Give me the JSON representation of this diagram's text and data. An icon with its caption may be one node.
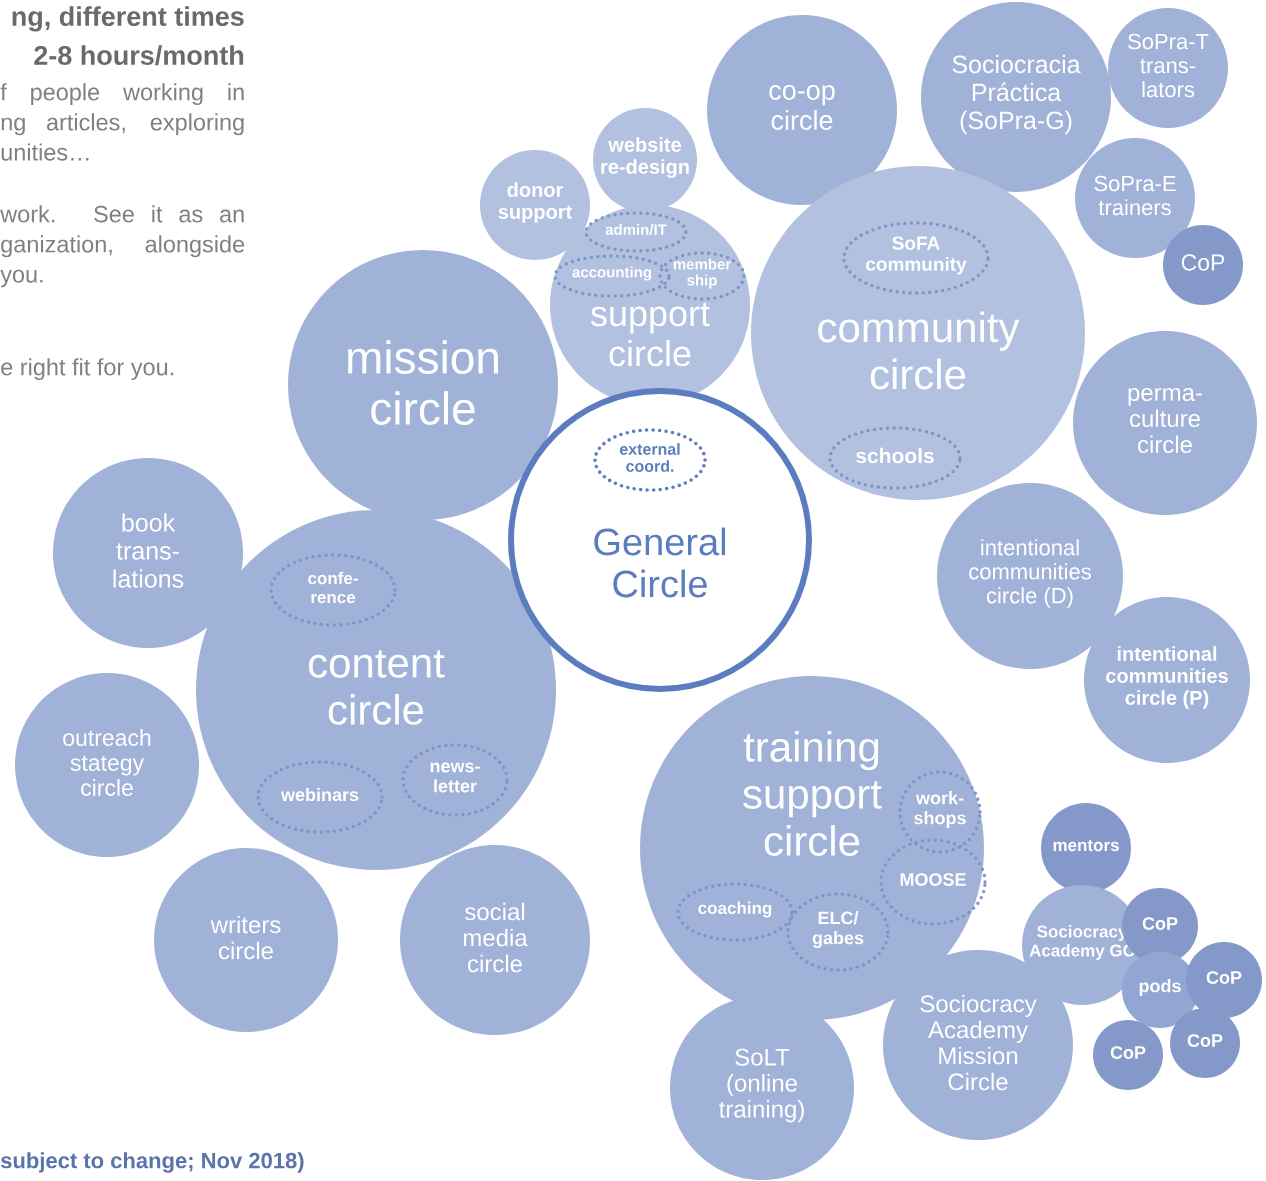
{
  "diagram": {
    "nodes": [
      {
        "text": [
          "mission circle"
        ]
      },
      {
        "text": [
          "donor support"
        ]
      },
      {
        "text": [
          "website re-design"
        ]
      },
      {
        "text": [
          "support circle"
        ]
      },
      {
        "text": [
          "admin/IT"
        ],
        "in": 3
      },
      {
        "text": [
          "accounting"
        ],
        "in": 3
      },
      {
        "text": [
          "member ship"
        ],
        "in": 3
      },
      {
        "text": [
          "co-op circle"
        ]
      },
      {
        "text": [
          "Sociocracia Práctica (SoPra-G)"
        ]
      },
      {
        "text": [
          "SoPra-T trans- lators"
        ]
      },
      {
        "text": [
          "SoPra-E trainers"
        ]
      },
      {
        "text": [
          "CoP"
        ]
      },
      {
        "text": [
          "community circle"
        ]
      },
      {
        "text": [
          "SoFA community"
        ],
        "in": 12
      },
      {
        "text": [
          "schools"
        ],
        "in": 12
      },
      {
        "text": [
          "perma- culture circle"
        ]
      },
      {
        "text": [
          "General Circle"
        ]
      },
      {
        "text": [
          "external coord."
        ],
        "in": 16
      },
      {
        "text": [
          "intentional communities circle (D)"
        ]
      },
      {
        "text": [
          "intentional communities circle (P)"
        ]
      },
      {
        "text": [
          "book trans- lations"
        ]
      },
      {
        "text": [
          "content circle"
        ]
      },
      {
        "text": [
          "confe- rence"
        ],
        "in": 21
      },
      {
        "text": [
          "webinars"
        ],
        "in": 21
      },
      {
        "text": [
          "news- letter"
        ],
        "in": 21
      },
      {
        "text": [
          "outreach stategy circle"
        ]
      },
      {
        "text": [
          "writers circle"
        ]
      },
      {
        "text": [
          "social media circle"
        ]
      },
      {
        "text": [
          "training support circle"
        ]
      },
      {
        "text": [
          "work- shops"
        ],
        "in": 28
      },
      {
        "text": [
          "MOOSE"
        ],
        "in": 28
      },
      {
        "text": [
          "coaching"
        ],
        "in": 28
      },
      {
        "text": [
          "ELC/ gabes"
        ],
        "in": 28
      },
      {
        "text": [
          "SoLT (online training)"
        ]
      },
      {
        "text": [
          "Sociocracy Academy Mission Circle"
        ]
      },
      {
        "text": [
          "mentors"
        ]
      },
      {
        "text": [
          "Sociocracy Academy GC"
        ]
      },
      {
        "text": [
          "CoP"
        ]
      },
      {
        "text": [
          "pods"
        ]
      },
      {
        "text": [
          "CoP"
        ]
      },
      {
        "text": [
          "CoP"
        ]
      },
      {
        "text": [
          "CoP"
        ]
      }
    ],
    "labels": [
      "ng, different times",
      "2-8 hours/month",
      "f people working in ng articles, exploring unities…",
      "work. See it as an ganization, alongside you.",
      "e right fit for you.",
      "subject to change; Nov 2018)"
    ]
  }
}
